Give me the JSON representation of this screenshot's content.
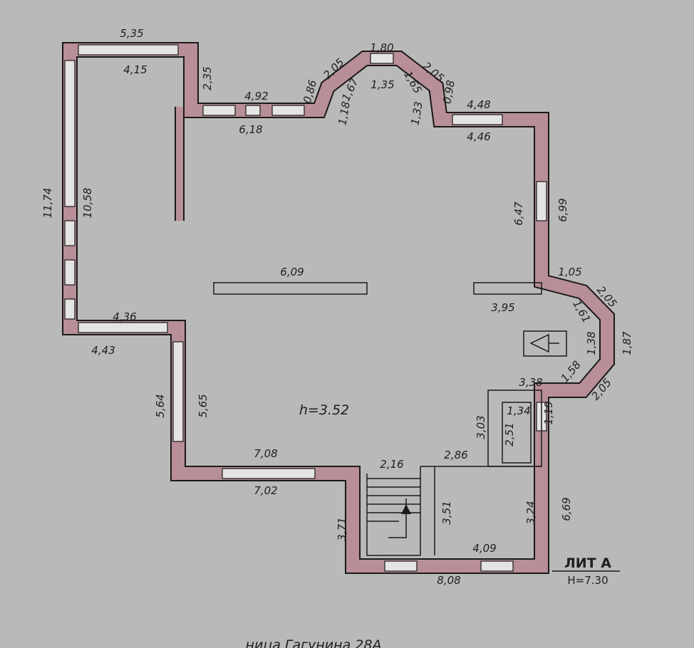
{
  "plan": {
    "dimensions": [
      "5,35",
      "4,15",
      "2,35",
      "4,92",
      "6,18",
      "0,86",
      "2,05",
      "1,80",
      "1,35",
      "1,67",
      "1,18",
      "2,05",
      "1,65",
      "1,33",
      "0,98",
      "4,48",
      "4,46",
      "11,74",
      "10,58",
      "6,99",
      "6,47",
      "6,09",
      "1,05",
      "3,95",
      "2,05",
      "1,61",
      "1,38",
      "1,87",
      "4,36",
      "4,43",
      "3,38",
      "1,58",
      "2,05",
      "1,34",
      "1,19",
      "3,03",
      "2,51",
      "5,64",
      "5,65",
      "h=3.52",
      "7,08",
      "7,02",
      "2,16",
      "2,86",
      "3,71",
      "3,51",
      "3,24",
      "6,69",
      "4,09",
      "8,08"
    ],
    "lit_label": "ЛИТ А",
    "height_label": "Н=7.30",
    "address_partial": "ница Гагунина  28А"
  },
  "colors": {
    "wall": "#b88e98",
    "paper": "#b9b9b7",
    "ink": "#1a1a1a"
  }
}
